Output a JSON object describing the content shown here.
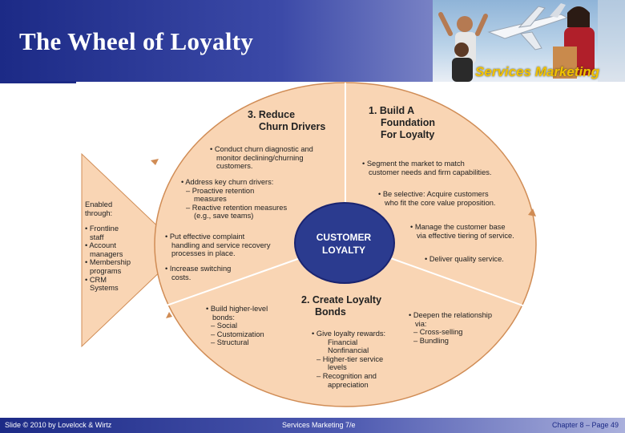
{
  "slide": {
    "title": "The Wheel of Loyalty",
    "brand": "Services Marketing"
  },
  "colors": {
    "header_blue": "#1c2a86",
    "wheel_fill": "#f9d5b4",
    "wheel_stroke": "#d08c55",
    "core_fill": "#2b3b8f",
    "brand_yellow": "#f2c200"
  },
  "diagram": {
    "center": [
      "CUSTOMER",
      "LOYALTY"
    ],
    "enabled": {
      "heading": [
        "Enabled",
        "through:"
      ],
      "items": [
        "• Frontline",
        "  staff",
        "• Account",
        "  managers",
        "• Membership",
        "  programs",
        "• CRM",
        "  Systems"
      ]
    },
    "s1": {
      "heading": [
        "1. Build A",
        "Foundation",
        "For Loyalty"
      ],
      "b1": [
        "• Segment the market to match",
        "customer needs and firm capabilities."
      ],
      "b2": [
        "• Be selective: Acquire customers",
        "who fit the core value proposition."
      ],
      "b3": [
        "• Manage the customer base",
        "via effective tiering of service."
      ],
      "b4": [
        "• Deliver quality service."
      ]
    },
    "s2": {
      "heading": [
        "2. Create Loyalty",
        "Bonds"
      ],
      "b1": [
        "• Build higher-level",
        "bonds:",
        "–  Social",
        "–  Customization",
        "–  Structural"
      ],
      "b2": [
        "• Give loyalty rewards:",
        "Financial",
        "Nonfinancial",
        "–  Higher-tier service",
        "levels",
        "–  Recognition and",
        "appreciation"
      ],
      "b3": [
        "• Deepen the relationship",
        "via:",
        "–  Cross-selling",
        "–  Bundling"
      ]
    },
    "s3": {
      "heading": [
        "3. Reduce",
        "Churn Drivers"
      ],
      "b1": [
        "• Conduct churn diagnostic and",
        "monitor declining/churning",
        "customers."
      ],
      "b2": [
        "• Address key churn drivers:",
        "–  Proactive retention",
        "measures",
        "–  Reactive retention measures",
        "(e.g., save teams)"
      ],
      "b3": [
        "• Put effective complaint",
        "handling and service recovery",
        "processes in place."
      ],
      "b4": [
        "• Increase switching",
        "costs."
      ]
    }
  },
  "footer": {
    "left": "Slide © 2010 by Lovelock & Wirtz",
    "center": "Services Marketing 7/e",
    "right": "Chapter 8 – Page 49"
  }
}
